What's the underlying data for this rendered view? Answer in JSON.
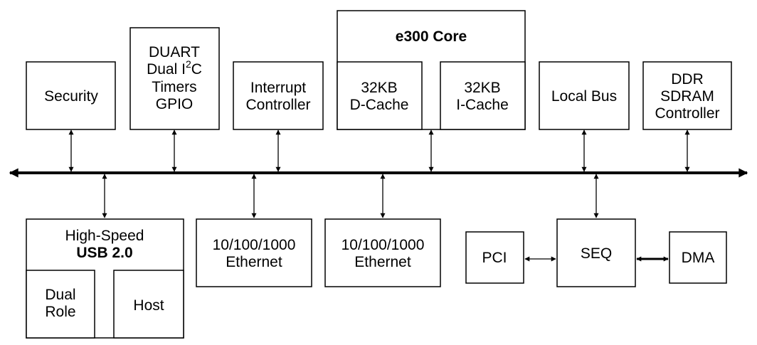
{
  "blocks": {
    "security": {
      "lines": [
        "Security"
      ]
    },
    "duart": {
      "line1": "DUART",
      "line2_pre": "Dual I",
      "line2_sup": "2",
      "line2_post": "C",
      "line3": "Timers",
      "line4": "GPIO"
    },
    "interrupt": {
      "lines": [
        "Interrupt",
        "Controller"
      ]
    },
    "core": {
      "title": "e300 Core"
    },
    "dcache": {
      "lines": [
        "32KB",
        "D-Cache"
      ]
    },
    "icache": {
      "lines": [
        "32KB",
        "I-Cache"
      ]
    },
    "localbus": {
      "lines": [
        "Local Bus"
      ]
    },
    "ddr": {
      "lines": [
        "DDR",
        "SDRAM",
        "Controller"
      ]
    },
    "usb": {
      "line1": "High-Speed",
      "line2": "USB 2.0"
    },
    "dualrole": {
      "lines": [
        "Dual",
        "Role"
      ]
    },
    "host": {
      "lines": [
        "Host"
      ]
    },
    "eth1": {
      "lines": [
        "10/100/1000",
        "Ethernet"
      ]
    },
    "eth2": {
      "lines": [
        "10/100/1000",
        "Ethernet"
      ]
    },
    "pci": {
      "lines": [
        "PCI"
      ]
    },
    "seq": {
      "lines": [
        "SEQ"
      ]
    },
    "dma": {
      "lines": [
        "DMA"
      ]
    }
  }
}
